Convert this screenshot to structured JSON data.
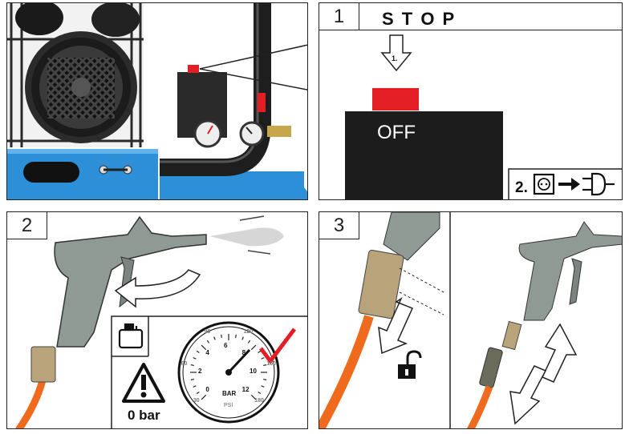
{
  "panel1": {
    "number": "1",
    "title": "S T O P",
    "step1": "1.",
    "switch_label": "OFF",
    "step2": "2."
  },
  "panel2": {
    "number": "2",
    "zero_label": "0 bar",
    "gauge": {
      "unit_bar": "BAR",
      "unit_psi": "PSI",
      "bar_ticks": [
        "0",
        "2",
        "4",
        "6",
        "8",
        "10",
        "12"
      ],
      "psi_ticks": [
        "30",
        "60",
        "90",
        "120",
        "150",
        "180"
      ]
    }
  },
  "panel3": {
    "number": "3"
  },
  "colors": {
    "blue": "#2d8fd8",
    "red": "#e31e24",
    "hose": "#f06a1d",
    "gray": "#8f9a95",
    "black": "#1c1c1c",
    "brass": "#b9a37a"
  }
}
